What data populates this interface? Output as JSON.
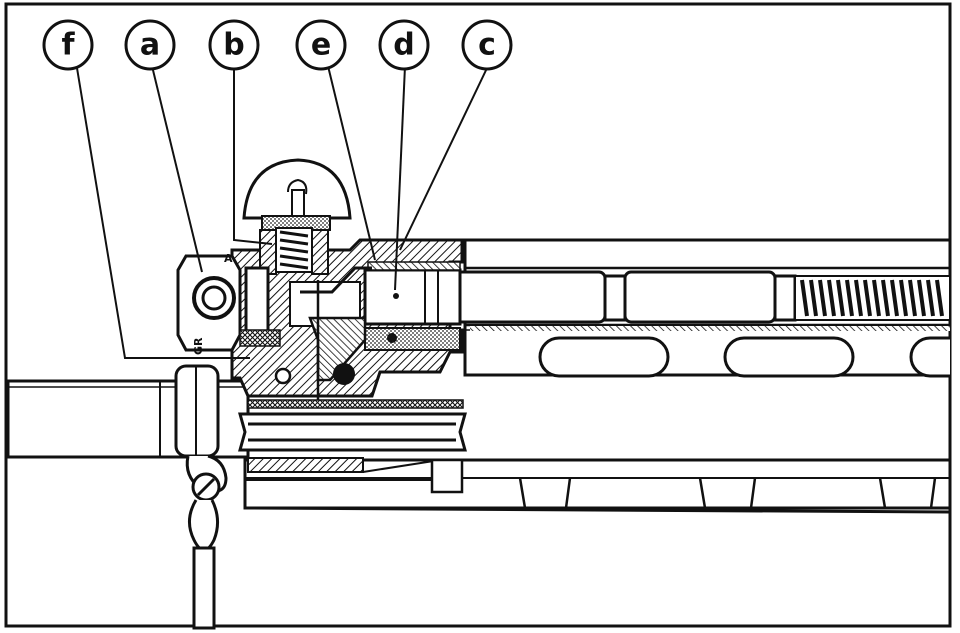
{
  "callouts": [
    {
      "id": "f",
      "label": "f"
    },
    {
      "id": "a",
      "label": "a"
    },
    {
      "id": "b",
      "label": "b"
    },
    {
      "id": "e",
      "label": "e"
    },
    {
      "id": "d",
      "label": "d"
    },
    {
      "id": "c",
      "label": "c"
    }
  ],
  "regulator_marks": {
    "left": "GR",
    "top": "A"
  },
  "colors": {
    "ink": "#111111",
    "paper": "#ffffff"
  }
}
